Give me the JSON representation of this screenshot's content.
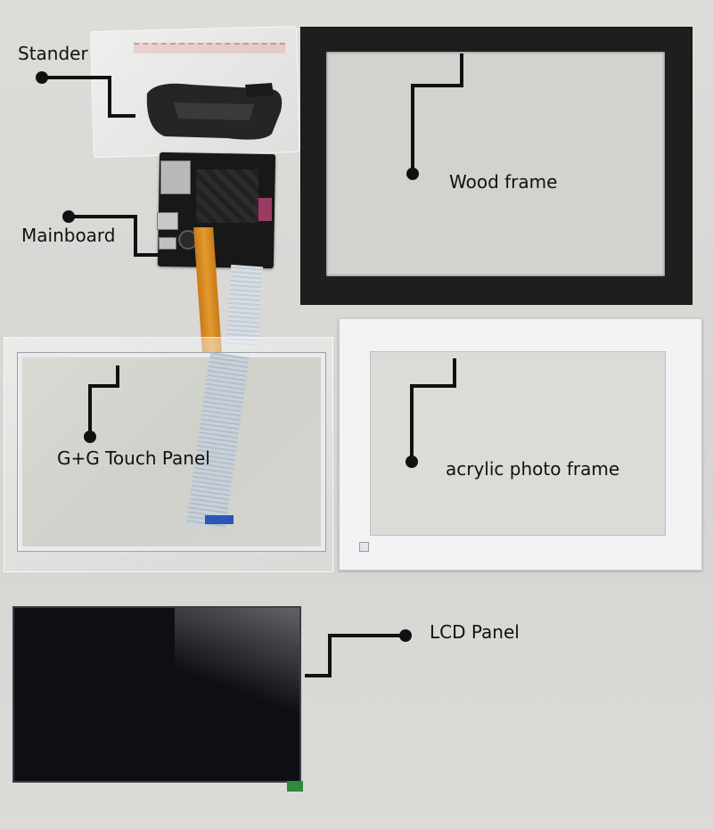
{
  "labels": {
    "stander": "Stander",
    "mainboard": "Mainboard",
    "wood_frame": "Wood frame",
    "touch_panel": "G+G Touch Panel",
    "acrylic_frame": "acrylic photo frame",
    "lcd_panel": "LCD Panel"
  },
  "colors": {
    "background": "#d9d9d7",
    "wood_frame": "#1e1c1c",
    "acrylic_frame": "#f4f4f6",
    "lcd_screen": "#0d0e14",
    "pcb": "#1a1a1a",
    "flex_cable": "#d98a1e",
    "callout_line": "#111111"
  }
}
